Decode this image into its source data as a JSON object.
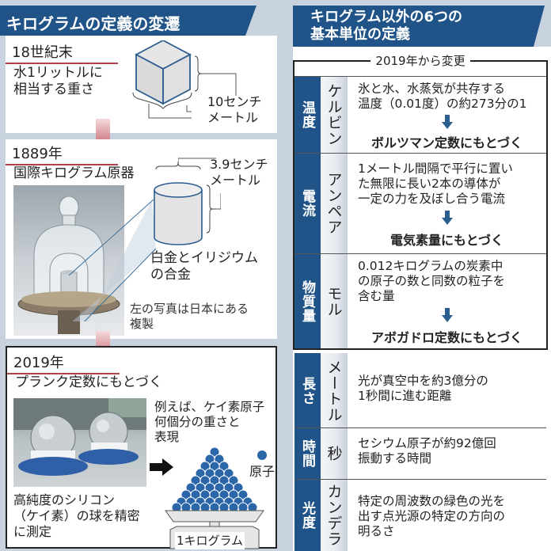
{
  "left": {
    "title": "キログラムの定義の変遷",
    "era1": {
      "label": "18世紀末",
      "desc_line1": "水1リットルに",
      "desc_line2": "相当する重さ",
      "dim_line1": "10センチ",
      "dim_line2": "メートル"
    },
    "era2": {
      "label": "1889年",
      "heading": "国際キログラム原器",
      "dim_line1": "3.9センチ",
      "dim_line2": "メートル",
      "material_line1": "白金とイリジウム",
      "material_line2": "の合金",
      "note_line1": "左の写真は日本にある",
      "note_line2": "複製",
      "photo": "kilogram-prototype-photo"
    },
    "era3": {
      "label": "2019年",
      "heading": "プランク定数にもとづく",
      "photo": "silicon-sphere-photo",
      "example_line1": "例えば、ケイ素原子",
      "example_line2": "何個分の重さと",
      "example_line3": "表現",
      "atom_label": "原子",
      "scale_label": "1キログラム",
      "caption_line1": "高純度のシリコン",
      "caption_line2": "（ケイ素）の球を精密",
      "caption_line3": "に測定"
    }
  },
  "right": {
    "title_line1": "キログラム以外の6つの",
    "title_line2": "基本単位の定義",
    "changed_label": "2019年から変更",
    "rows": [
      {
        "quantity": "温度",
        "unit": "ケルビン",
        "desc_line1": "氷と水、水蒸気が共存する",
        "desc_line2": "温度（0.01度）の約273分の1",
        "basis": "ボルツマン定数にもとづく"
      },
      {
        "quantity": "電流",
        "unit": "アンペア",
        "desc_line1": "1メートル間隔で平行に置い",
        "desc_line2": "た無限に長い2本の導体が",
        "desc_line3": "一定の力を及ぼし合う電流",
        "basis": "電気素量にもとづく"
      },
      {
        "quantity": "物質量",
        "unit": "モル",
        "desc_line1": "0.012キログラムの炭素中",
        "desc_line2": "の原子の数と同数の粒子を",
        "desc_line3": "含む量",
        "basis": "アボガドロ定数にもとづく"
      },
      {
        "quantity": "長さ",
        "unit": "メートル",
        "desc_line1": "光が真空中を約3億分の",
        "desc_line2": "1秒間に進む距離"
      },
      {
        "quantity": "時間",
        "unit": "秒",
        "desc_line1": "セシウム原子が約92億回",
        "desc_line2": "振動する時間"
      },
      {
        "quantity": "光度",
        "unit": "カンデラ",
        "desc_line1": "特定の周波数の緑色の光を",
        "desc_line2": "出す点光源の特定の方向の",
        "desc_line3": "明るさ"
      }
    ]
  },
  "colors": {
    "header_blue": "#205488",
    "accent_red": "#b5404d",
    "background": "#c9d3df",
    "atom_blue": "#2a66a8"
  }
}
